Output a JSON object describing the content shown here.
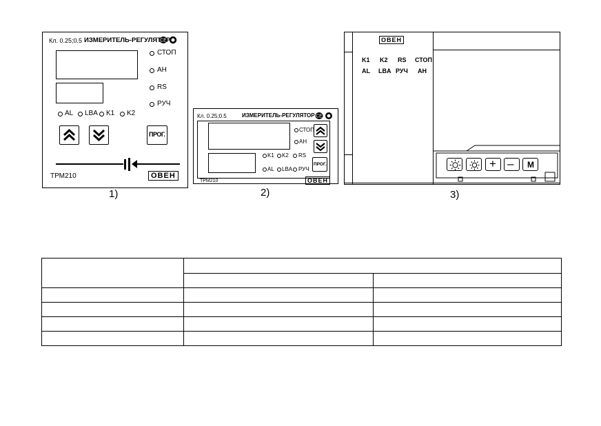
{
  "device1": {
    "accuracy": "Кл. 0.25;0.5",
    "title": "ИЗМЕРИТЕЛЬ-РЕГУЛЯТОР",
    "indicators_right": [
      "СТОП",
      "АН",
      "RS",
      "РУЧ"
    ],
    "indicators_bottom": [
      "AL",
      "LBA",
      "K1",
      "K2"
    ],
    "prog_label": "ПРОГ.",
    "model": "ТРМ210",
    "logo": "ОВЕН",
    "caption": "1)"
  },
  "device2": {
    "accuracy": "Кл. 0.25;0.5",
    "title": "ИЗМЕРИТЕЛЬ-РЕГУЛЯТОР",
    "indicators_right": [
      "СТОП",
      "АН"
    ],
    "indicators_row1": [
      "K1",
      "K2",
      "RS"
    ],
    "indicators_row2": [
      "AL",
      "LBA",
      "РУЧ"
    ],
    "prog_label": "ПРОГ.",
    "model": "ТРМ210",
    "logo": "ОВЕН",
    "caption": "2)"
  },
  "device3": {
    "logo": "ОВЕН",
    "labels_row1": [
      "K1",
      "K2",
      "RS",
      "СТОП"
    ],
    "labels_row2": [
      "AL",
      "LBA",
      "РУЧ",
      "АН"
    ],
    "buttons": [
      "sun-icon",
      "sun-icon",
      "+",
      "–",
      "M"
    ],
    "caption": "3)"
  },
  "table": {
    "rows": 6,
    "cols": 3
  }
}
